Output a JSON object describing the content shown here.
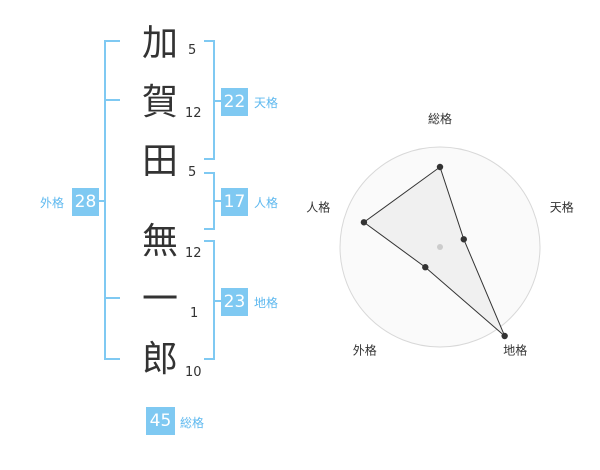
{
  "name": {
    "characters": [
      {
        "char": "加",
        "strokes": "5"
      },
      {
        "char": "賀",
        "strokes": "12"
      },
      {
        "char": "田",
        "strokes": "5"
      },
      {
        "char": "無",
        "strokes": "12"
      },
      {
        "char": "一",
        "strokes": "1"
      },
      {
        "char": "郎",
        "strokes": "10"
      }
    ]
  },
  "kakusu": {
    "tenkaku": {
      "value": "22",
      "label": "天格"
    },
    "jinkaku": {
      "value": "17",
      "label": "人格"
    },
    "chikaku": {
      "value": "23",
      "label": "地格"
    },
    "gaikaku": {
      "value": "28",
      "label": "外格"
    },
    "soukaku": {
      "value": "45",
      "label": "総格"
    }
  },
  "colors": {
    "accent": "#7fc9f2",
    "accent_text": "#5db8ef",
    "text": "#333333",
    "ring": "#d8d8d8",
    "fill": "#f0f0f0"
  },
  "chart_data": {
    "type": "radar",
    "axes": [
      "総格",
      "天格",
      "地格",
      "外格",
      "人格"
    ],
    "values": [
      0.8,
      0.25,
      1.1,
      0.25,
      0.8
    ],
    "range": [
      0,
      1
    ],
    "rings": 4
  }
}
